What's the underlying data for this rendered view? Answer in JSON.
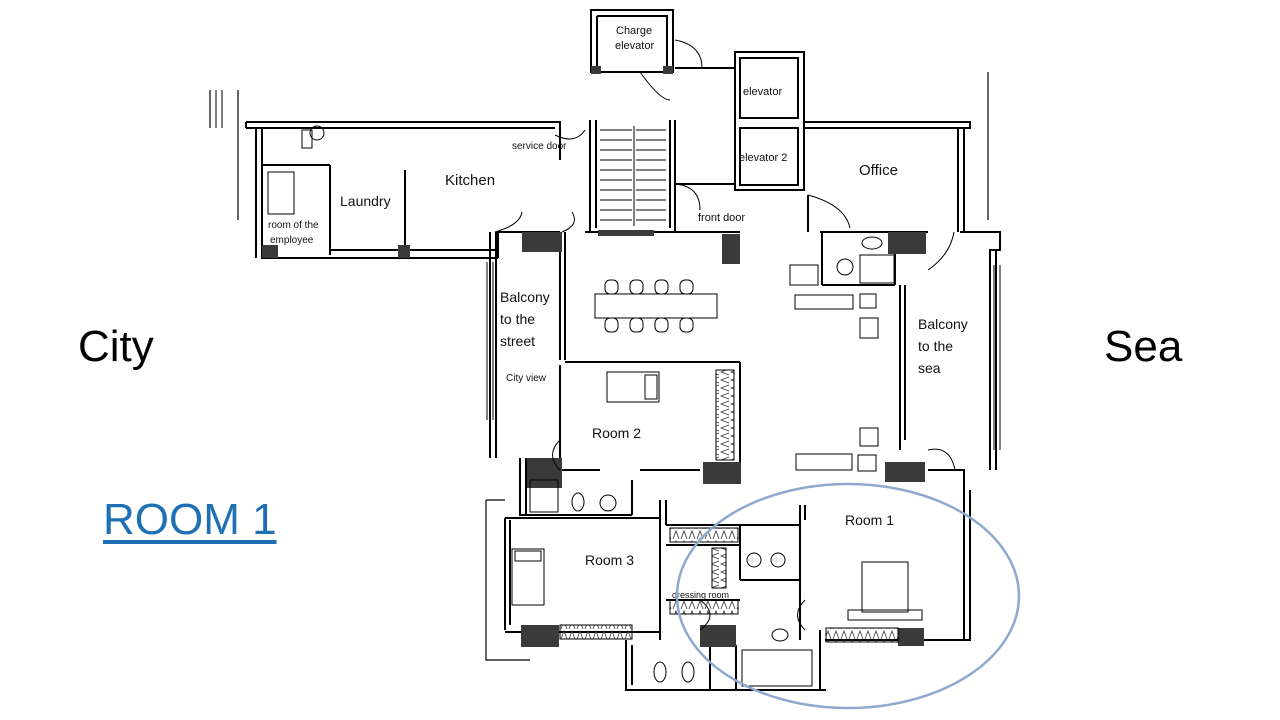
{
  "labels": {
    "city": "City",
    "sea": "Sea",
    "room1_link": "ROOM 1 "
  },
  "rooms": {
    "charge_elevator_1": "Charge",
    "charge_elevator_2": "elevator",
    "elevator": "elevator",
    "elevator2": "elevator 2",
    "service_door": "service door",
    "front_door": "front door",
    "office": "Office",
    "kitchen": "Kitchen",
    "laundry": "Laundry",
    "employee_1": "room of the",
    "employee_2": "employee",
    "balcony_street_1": "Balcony",
    "balcony_street_2": "to the",
    "balcony_street_3": "street",
    "city_view": "City view",
    "balcony_sea_1": "Balcony",
    "balcony_sea_2": "to the",
    "balcony_sea_3": "sea",
    "room2": "Room 2",
    "room3": "Room 3",
    "room1": "Room 1",
    "dressing_room": "dressing room"
  },
  "colors": {
    "wall": "#000000",
    "column": "#3a3a3a",
    "highlight": "#8fa8cf",
    "link": "#1f6fb4"
  }
}
